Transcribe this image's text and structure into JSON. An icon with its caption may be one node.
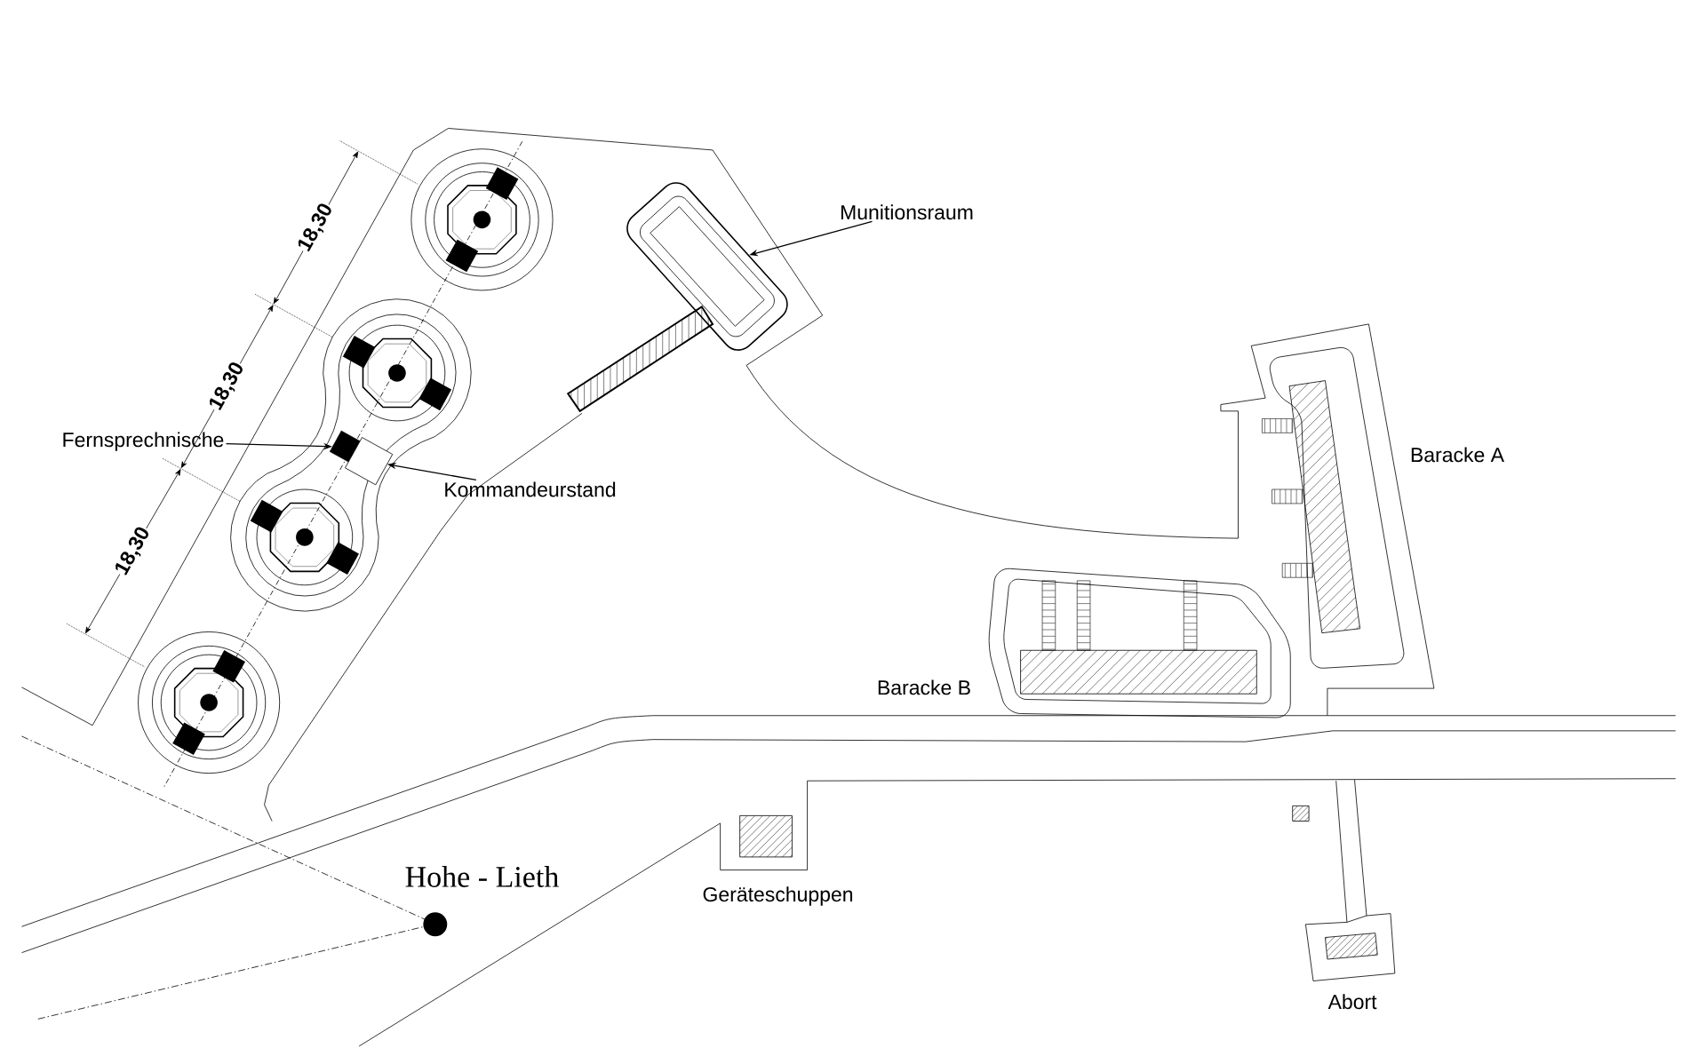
{
  "diagram": {
    "nodes": [
      {
        "text": [
          "Munitionsraum"
        ]
      },
      {
        "text": [],
        "shape": "box"
      },
      {
        "text": [
          "Fernsprechnische"
        ]
      },
      {
        "text": [],
        "shape": "box"
      },
      {
        "text": [
          "Kommandeurstand"
        ]
      },
      {
        "text": [],
        "shape": "box"
      }
    ],
    "edges": [
      {
        "from": 0,
        "to": 1,
        "arrow": "to"
      },
      {
        "from": 2,
        "to": 3,
        "arrow": "to"
      },
      {
        "from": 4,
        "to": 5,
        "arrow": "to"
      }
    ],
    "labels": [
      "18,30",
      "18,30",
      "Baracke A",
      "18,30",
      "Baracke B",
      "Hohe - Lieth",
      "Geräteschuppen",
      "Abort"
    ]
  }
}
